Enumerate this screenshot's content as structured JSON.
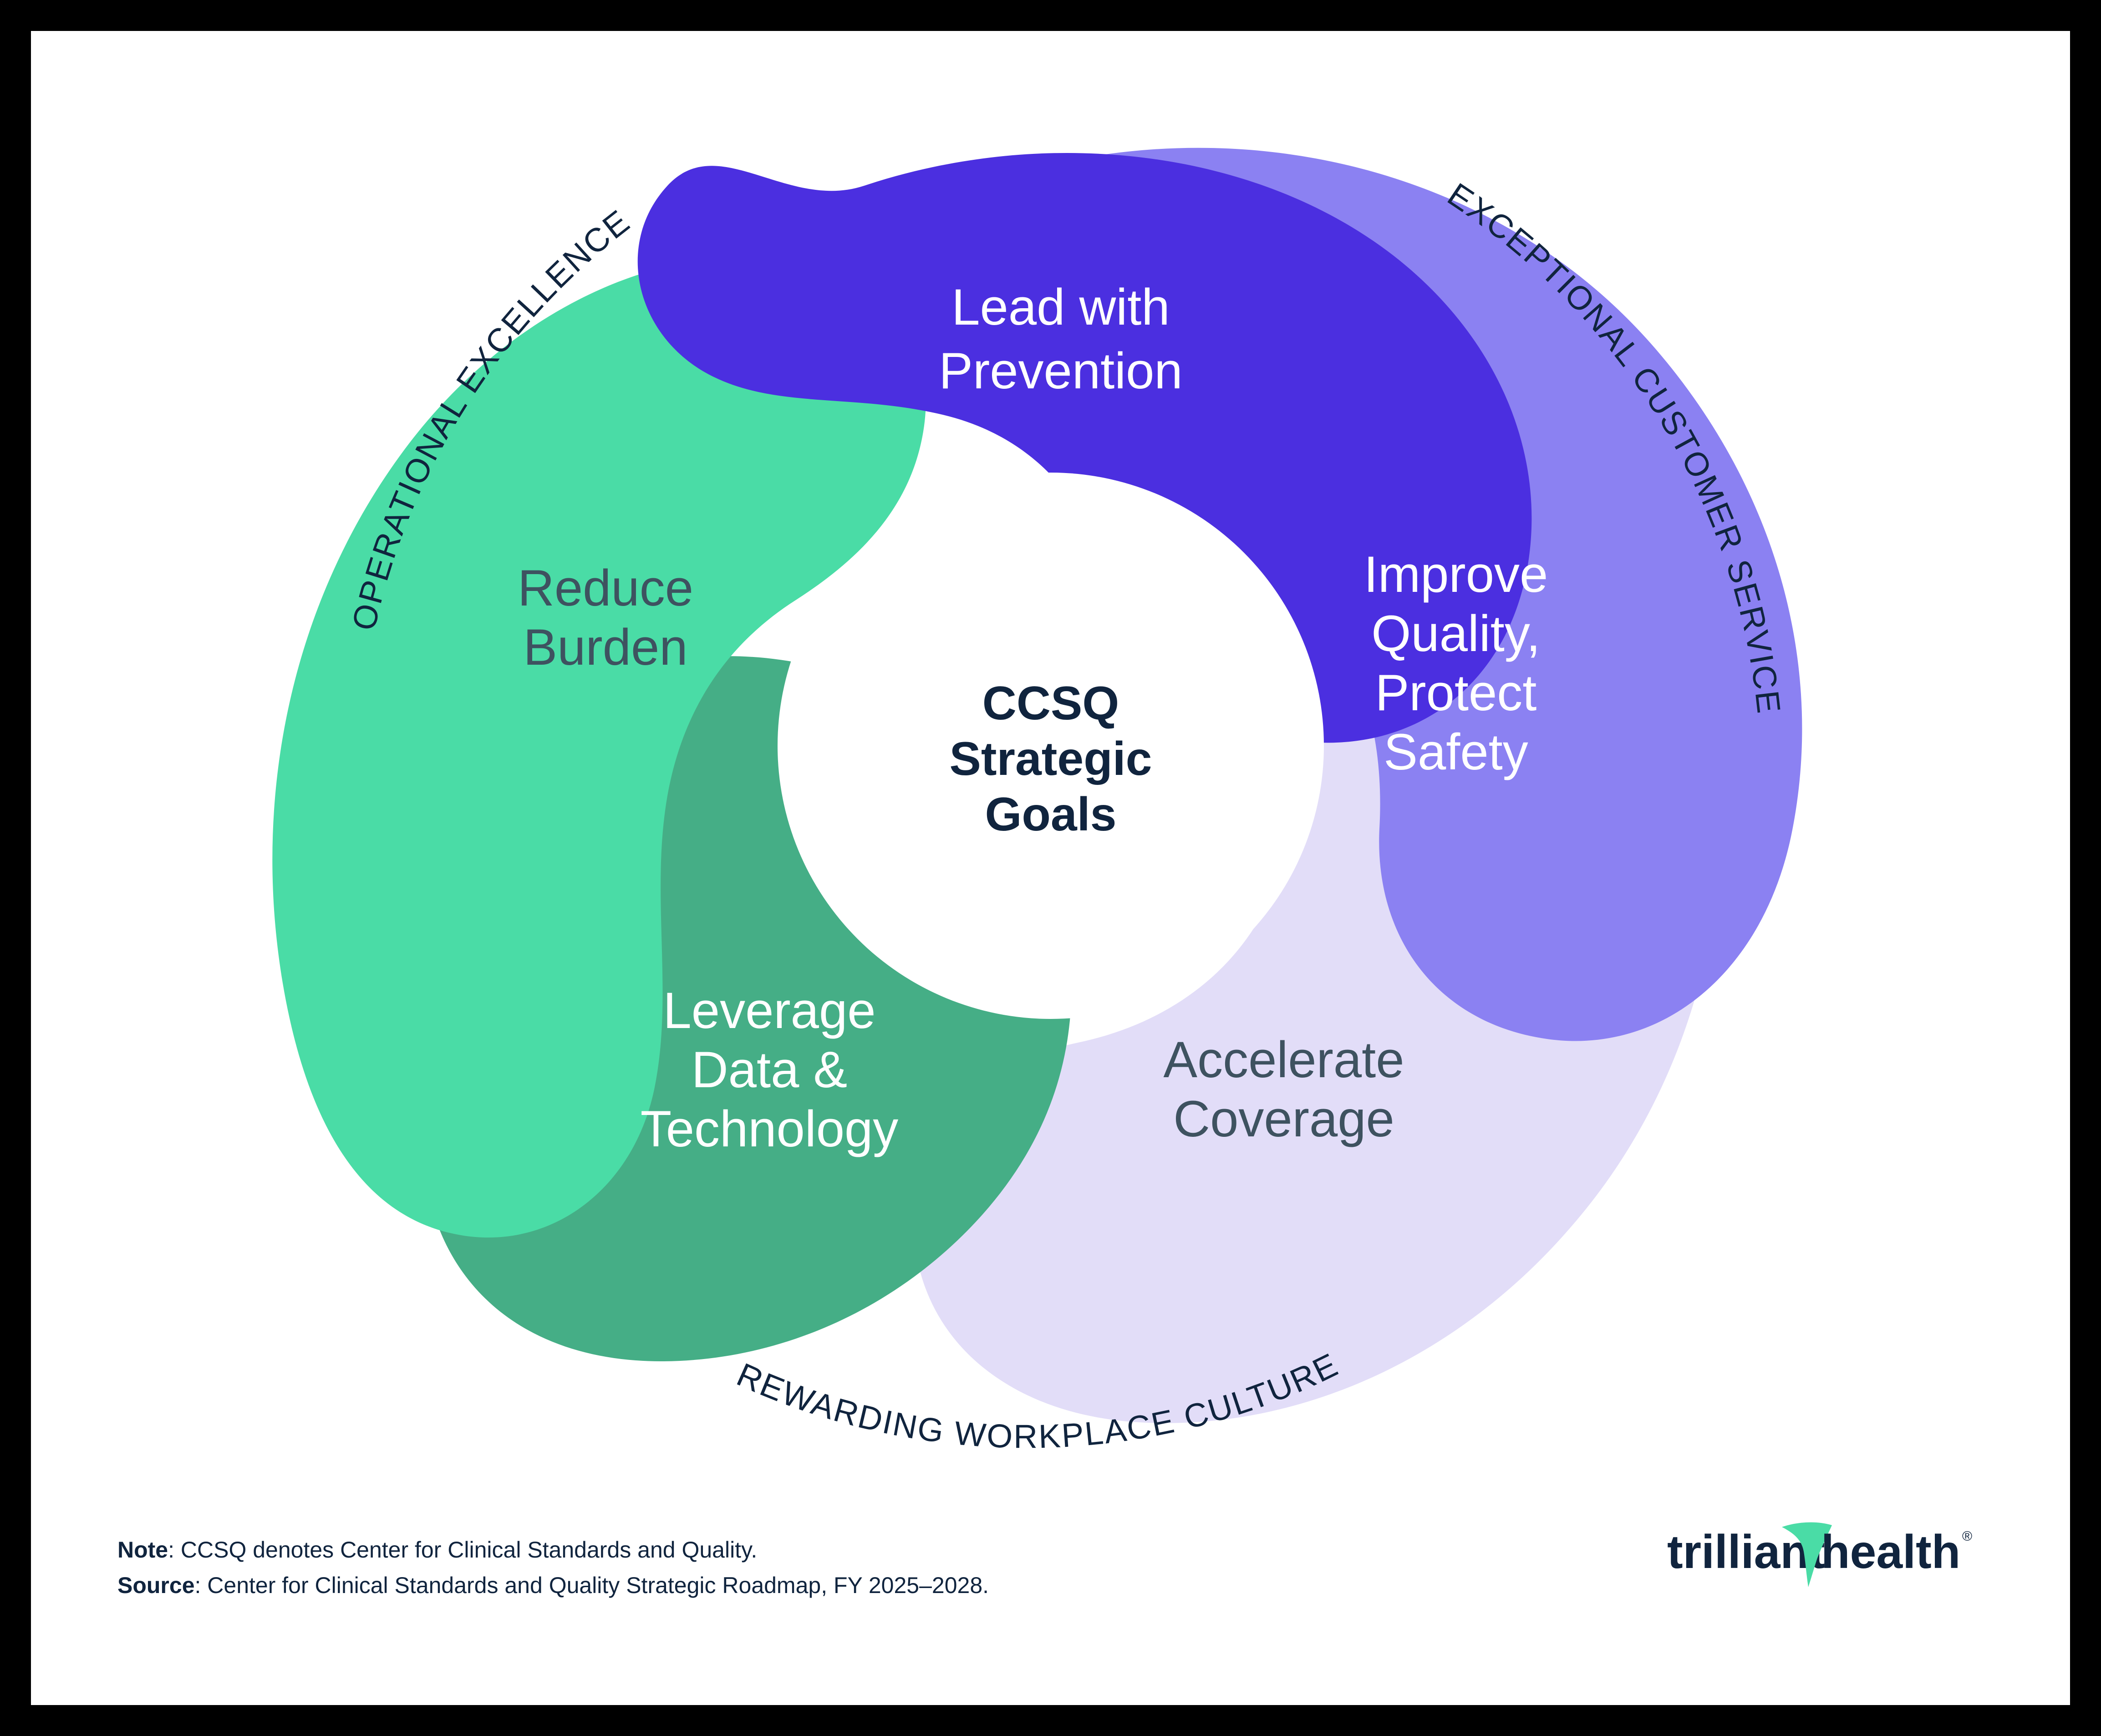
{
  "diagram": {
    "center": {
      "line1": "CCSQ",
      "line2": "Strategic",
      "line3": "Goals"
    },
    "arc_labels": [
      {
        "id": "operational-excellence",
        "text": "OPERATIONAL EXCELLENCE",
        "position": "top-left"
      },
      {
        "id": "exceptional-customer-service",
        "text": "EXCEPTIONAL CUSTOMER SERVICE",
        "position": "top-right"
      },
      {
        "id": "rewarding-workplace-culture",
        "text": "REWARDING WORKPLACE CULTURE",
        "position": "bottom"
      }
    ],
    "segments": [
      {
        "id": "lead-with-prevention",
        "lines": [
          "Lead with",
          "Prevention"
        ],
        "fill": "#4B2FE0",
        "text_color": "#ffffff"
      },
      {
        "id": "improve-quality-protect-safety",
        "lines": [
          "Improve",
          "Quality,",
          "Protect",
          "Safety"
        ],
        "fill": "#8B81F2",
        "text_color": "#ffffff"
      },
      {
        "id": "accelerate-coverage",
        "lines": [
          "Accelerate",
          "Coverage"
        ],
        "fill": "#E2DDF8",
        "text_color": "#3E5260"
      },
      {
        "id": "leverage-data-technology",
        "lines": [
          "Leverage",
          "Data &",
          "Technology"
        ],
        "fill": "#45AE86",
        "text_color": "#ffffff"
      },
      {
        "id": "reduce-burden",
        "lines": [
          "Reduce",
          "Burden"
        ],
        "fill": "#4ADCA6",
        "text_color": "#3E5260"
      }
    ]
  },
  "footer": {
    "note_label": "Note",
    "note_text": ": CCSQ denotes Center for Clinical Standards and Quality.",
    "source_label": "Source",
    "source_text": ": Center for Clinical Standards and Quality Strategic Roadmap, FY 2025–2028.",
    "logo": {
      "word1": "trilliant",
      "word2": "health",
      "registered": "®",
      "text_color": "#10243e",
      "mark_color": "#4ADCA6"
    }
  }
}
